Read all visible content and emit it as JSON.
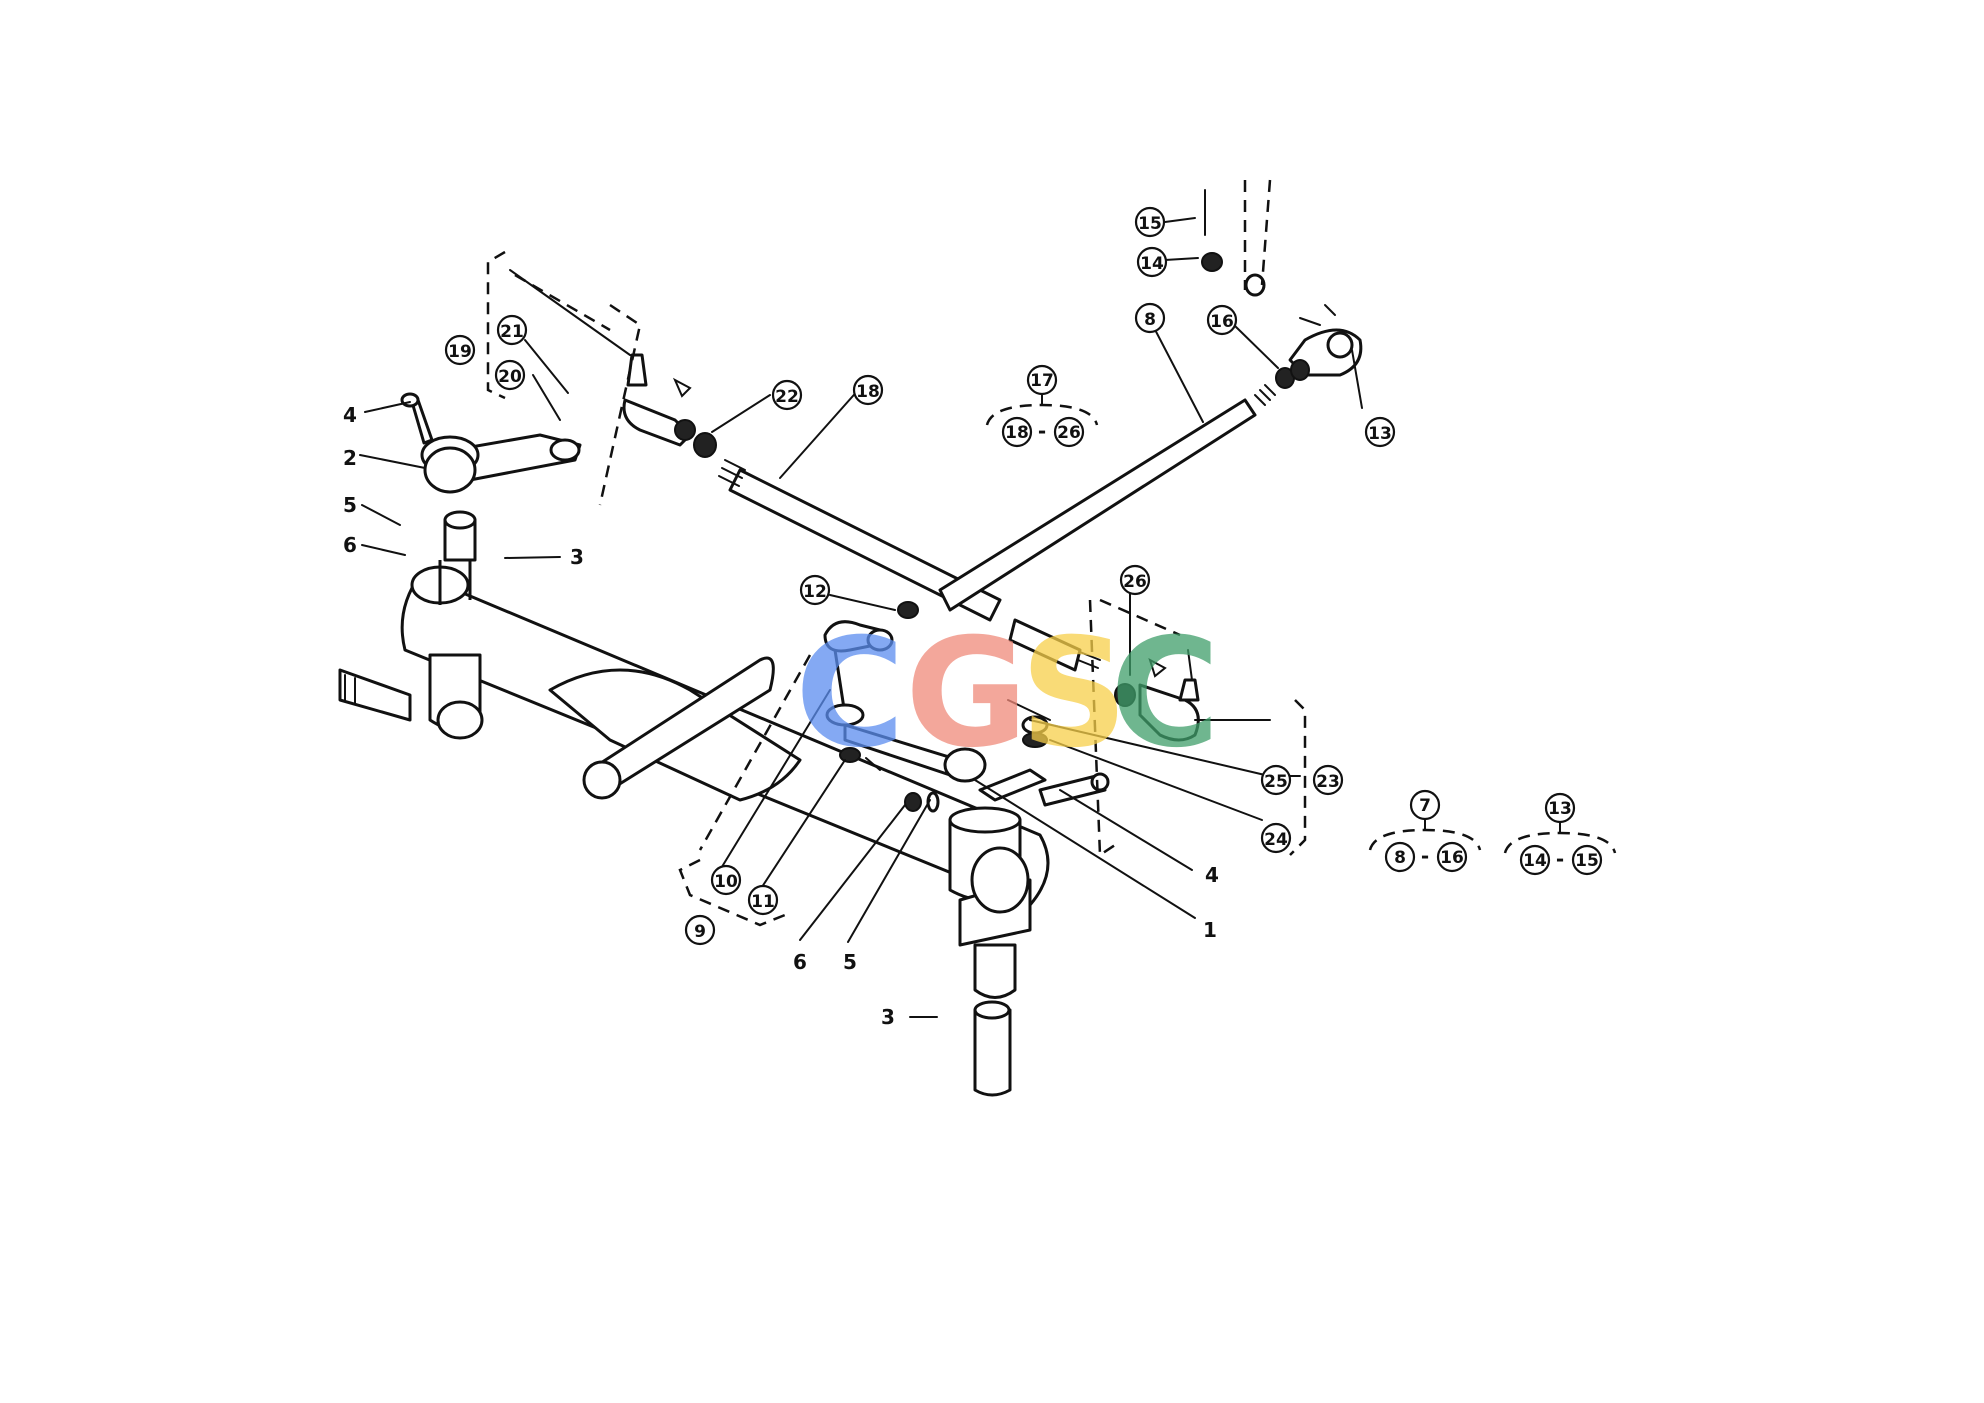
{
  "diagram": {
    "labels": [
      {
        "id": "c1",
        "text": "1",
        "circled": false
      },
      {
        "id": "c2",
        "text": "2",
        "circled": false
      },
      {
        "id": "c3a",
        "text": "3",
        "circled": false
      },
      {
        "id": "c3b",
        "text": "3",
        "circled": false
      },
      {
        "id": "c4a",
        "text": "4",
        "circled": false
      },
      {
        "id": "c4b",
        "text": "4",
        "circled": false
      },
      {
        "id": "c5a",
        "text": "5",
        "circled": false
      },
      {
        "id": "c5b",
        "text": "5",
        "circled": false
      },
      {
        "id": "c6a",
        "text": "6",
        "circled": false
      },
      {
        "id": "c6b",
        "text": "6",
        "circled": false
      },
      {
        "id": "c8",
        "text": "8",
        "circled": true
      },
      {
        "id": "c9",
        "text": "9",
        "circled": true
      },
      {
        "id": "c10",
        "text": "10",
        "circled": true
      },
      {
        "id": "c11",
        "text": "11",
        "circled": true
      },
      {
        "id": "c12",
        "text": "12",
        "circled": true
      },
      {
        "id": "c13",
        "text": "13",
        "circled": true
      },
      {
        "id": "c14",
        "text": "14",
        "circled": true
      },
      {
        "id": "c15",
        "text": "15",
        "circled": true
      },
      {
        "id": "c16",
        "text": "16",
        "circled": true
      },
      {
        "id": "c18",
        "text": "18",
        "circled": true
      },
      {
        "id": "c19",
        "text": "19",
        "circled": true
      },
      {
        "id": "c20",
        "text": "20",
        "circled": true
      },
      {
        "id": "c21",
        "text": "21",
        "circled": true
      },
      {
        "id": "c22",
        "text": "22",
        "circled": true
      },
      {
        "id": "c23",
        "text": "23",
        "circled": true
      },
      {
        "id": "c24",
        "text": "24",
        "circled": true
      },
      {
        "id": "c25",
        "text": "25",
        "circled": true
      },
      {
        "id": "c26",
        "text": "26",
        "circled": true
      }
    ],
    "groups": [
      {
        "id": "g17",
        "parent": "17",
        "from": "18",
        "to": "26",
        "sep": "-"
      },
      {
        "id": "g7",
        "parent": "7",
        "from": "8",
        "to": "16",
        "sep": "-"
      },
      {
        "id": "g13",
        "parent": "13",
        "from": "14",
        "to": "15",
        "sep": "-"
      }
    ],
    "watermark": {
      "letters": [
        "C",
        "G",
        "S",
        "C"
      ],
      "colors": [
        "#5b8def",
        "#f08a7a",
        "#f7cf4a",
        "#3f9e6a"
      ]
    }
  }
}
